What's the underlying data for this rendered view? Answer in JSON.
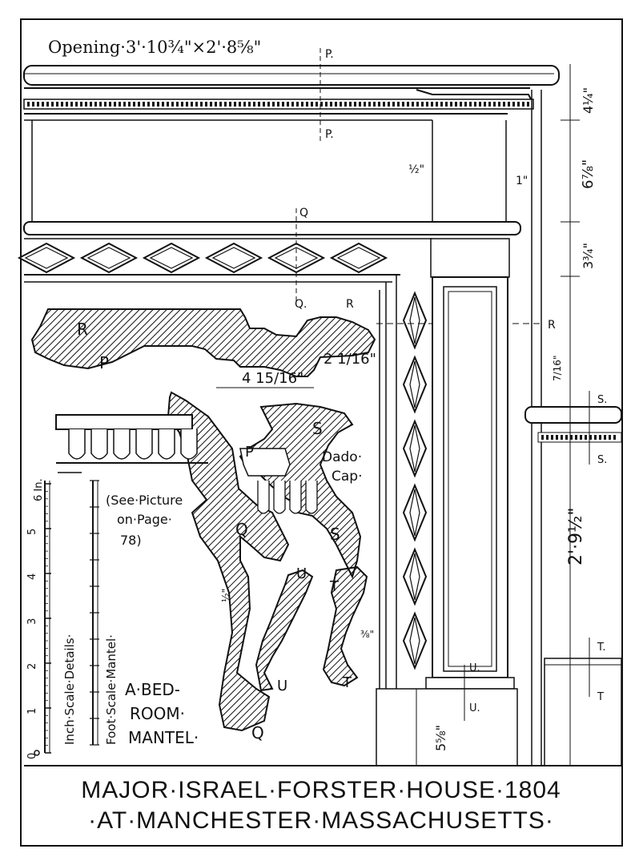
{
  "opening_label": "Opening·3'·10¾\"×2'·8⅝\"",
  "section_marks": {
    "p_top": "P.",
    "p_mid": "P.",
    "q_top": "Q",
    "q_mid": "Q.",
    "r_right": "R",
    "r_left": "R",
    "r_detail": "R",
    "p_detail": "P",
    "p_detail2": "P",
    "q_detail": "Q",
    "q_bottom": "Q",
    "s_top": "S.",
    "s_bottom": "S.",
    "s_detail1": "S",
    "s_detail2": "S",
    "t_top": "T.",
    "t_bottom": "T",
    "t_detail1": "T",
    "t_detail2": "T",
    "u_top": "U.",
    "u_bottom": "U.",
    "u_detail1": "U",
    "u_detail2": "U"
  },
  "dimensions": {
    "d_4_1_4": "4¼\"",
    "d_6_7_8": "6⅞\"",
    "d_3_3_4": "3¾\"",
    "d_7_16": "7/16\"",
    "d_2_9_1_2": "2'·9½\"",
    "d_5_5_8": "5⅝\"",
    "d_half": "½\"",
    "d_1": "1\"",
    "d_4_15_16": "4 15/16\"",
    "d_2_1_16": "2 1/16\"",
    "d_3_8": "⅜\"",
    "d_half_b": "½\""
  },
  "notes": {
    "dado_cap_1": "Dado·",
    "dado_cap_2": "Cap·",
    "see_picture_1": "(See·Picture",
    "see_picture_2": "on·Page·",
    "see_picture_3": "78)",
    "bedroom_1": "A·BED-",
    "bedroom_2": "ROOM·",
    "bedroom_3": "MANTEL·"
  },
  "scales": {
    "inch_label": "Inch·Scale·Details·",
    "foot_label": "Foot·Scale·Mantel·",
    "top_label": "6 In.",
    "ticks": [
      "5",
      "4",
      "3",
      "2",
      "1",
      "0"
    ]
  },
  "title": {
    "line1": "MAJOR·ISRAEL·FORSTER·HOUSE·1804",
    "line2": "·AT·MANCHESTER·MASSACHUSETTS·"
  }
}
